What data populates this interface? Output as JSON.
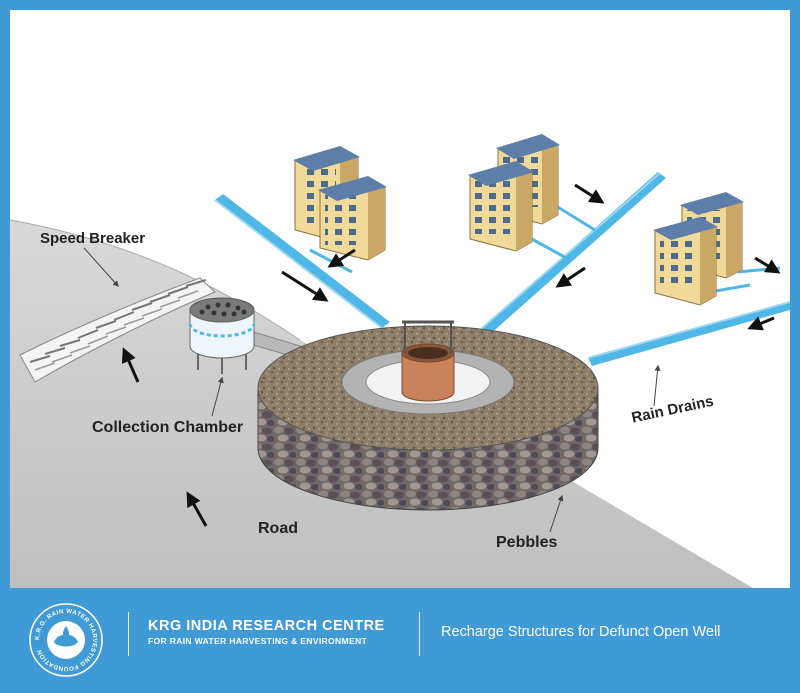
{
  "diagram": {
    "labels": {
      "speed_breaker": "Speed Breaker",
      "collection_chamber": "Collection Chamber",
      "road": "Road",
      "pebbles": "Pebbles",
      "rain_drains": "Rain Drains"
    }
  },
  "footer": {
    "org_name": "KRG INDIA RESEARCH CENTRE",
    "org_subtitle": "FOR RAIN WATER HARVESTING & ENVIRONMENT",
    "logo_text": "K.R.G. RAIN WATER HARVESTING FOUNDATION",
    "caption": "Recharge Structures for Defunct Open Well"
  },
  "colors": {
    "frame": "#3f9ad6",
    "road": "#c8c8c8",
    "drain_water": "#4fb6e8",
    "building_wall": "#f1d99a",
    "well": "#c9825a"
  }
}
